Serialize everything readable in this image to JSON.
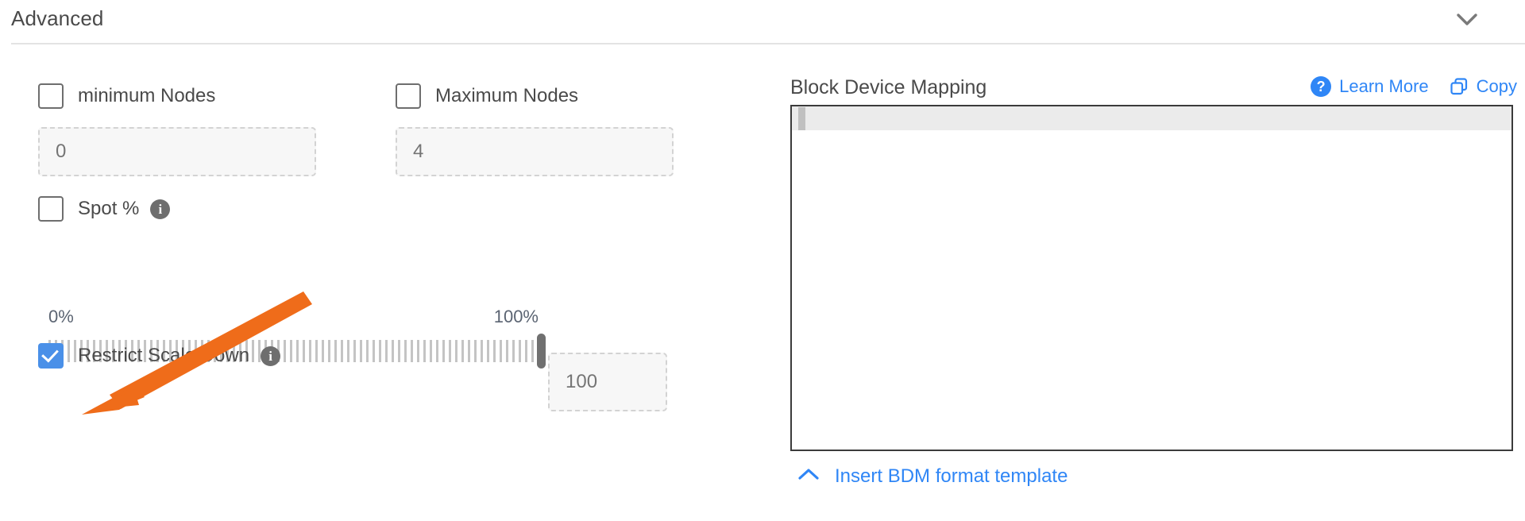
{
  "header": {
    "title": "Advanced",
    "collapse_icon": "chevron-down-icon"
  },
  "advanced": {
    "min_nodes": {
      "label": "minimum Nodes",
      "checked": false,
      "input_placeholder": "0",
      "input_value": ""
    },
    "max_nodes": {
      "label": "Maximum Nodes",
      "checked": false,
      "input_placeholder": "4",
      "input_value": ""
    },
    "spot_percent": {
      "label": "Spot %",
      "checked": false,
      "info_icon": "info-icon"
    },
    "slider": {
      "min_label": "0%",
      "max_label": "100%",
      "value": 100,
      "min": 0,
      "max": 100,
      "value_placeholder": "100",
      "value_input": ""
    },
    "restrict_scale_down": {
      "label": "Restrict Scale Down",
      "checked": true,
      "info_icon": "info-icon"
    }
  },
  "block_device_mapping": {
    "title": "Block Device Mapping",
    "learn_more_label": "Learn More",
    "learn_more_icon": "question-circle-icon",
    "copy_label": "Copy",
    "copy_icon": "copy-icon",
    "editor_content": "",
    "insert_template_label": "Insert BDM format template",
    "insert_template_icon": "chevron-up-icon"
  },
  "colors": {
    "accent_blue": "#2f86f6",
    "checkbox_blue": "#4a90e8",
    "annotation_orange": "#ef6c1a",
    "text_gray": "#4a4a4a",
    "placeholder_gray": "#9b9b9b",
    "border_gray": "#d3d3d3"
  },
  "annotation": {
    "type": "arrow",
    "color": "#ef6c1a",
    "points_to": "restrict-scale-down-checkbox"
  }
}
